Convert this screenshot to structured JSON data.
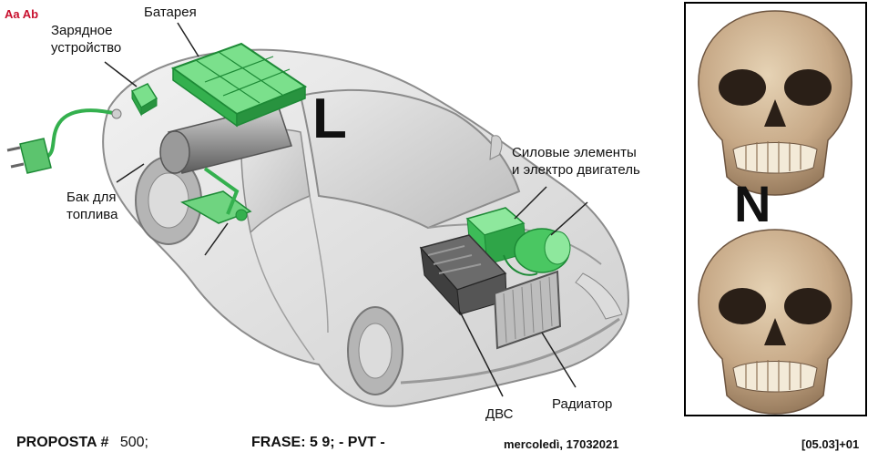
{
  "corner_tag": "Aa Ab",
  "labels": {
    "charger": [
      "Зарядное",
      "устройство"
    ],
    "battery": "Батарея",
    "fuel_tank": [
      "Бак для",
      "топлива"
    ],
    "power_elements": [
      "Силовые элементы",
      "и электро двигатель"
    ],
    "engine": "ДВС",
    "radiator": "Радиатор"
  },
  "big_letters": {
    "left": "L",
    "right": "N"
  },
  "footer": {
    "proposta_key": "PROPOSTA #",
    "proposta_value": "500;",
    "frase": "FRASE: 5 9;  - PVT -",
    "date": "mercoledì, 17032021",
    "code": "[05.03]+01"
  },
  "colors": {
    "accent_green": "#39c05a",
    "dark_green": "#1d8a36",
    "tag_red": "#c8102e"
  }
}
